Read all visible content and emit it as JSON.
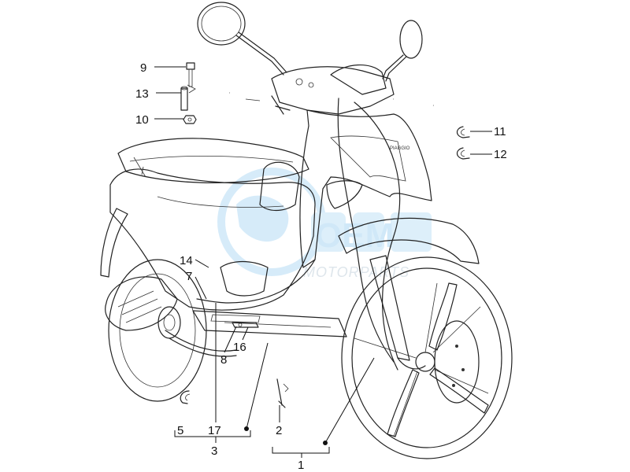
{
  "watermark": {
    "brand": "OEM",
    "tagline": "MOTORPARTS",
    "color": "#1a8fd8"
  },
  "logo_text": "PIAGGIO",
  "callouts": {
    "c1": "1",
    "c2": "2",
    "c3": "3",
    "c5": "5",
    "c7": "7",
    "c8": "8",
    "c9": "9",
    "c10": "10",
    "c11": "11",
    "c12": "12",
    "c13": "13",
    "c14": "14",
    "c16": "16",
    "c17": "17"
  }
}
